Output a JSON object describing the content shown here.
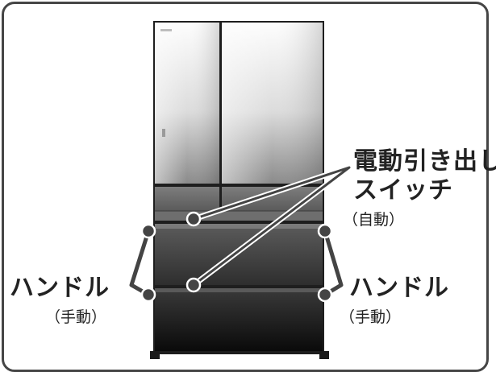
{
  "labels": {
    "switch_title_line1": "電動引き出し",
    "switch_title_line2": "スイッチ",
    "switch_mode": "（自動）",
    "handle_left_title": "ハンドル",
    "handle_left_mode": "（手動）",
    "handle_right_title": "ハンドル",
    "handle_right_mode": "（手動）"
  },
  "colors": {
    "frame": "#454545",
    "callout": "#444444",
    "text": "#222222"
  }
}
